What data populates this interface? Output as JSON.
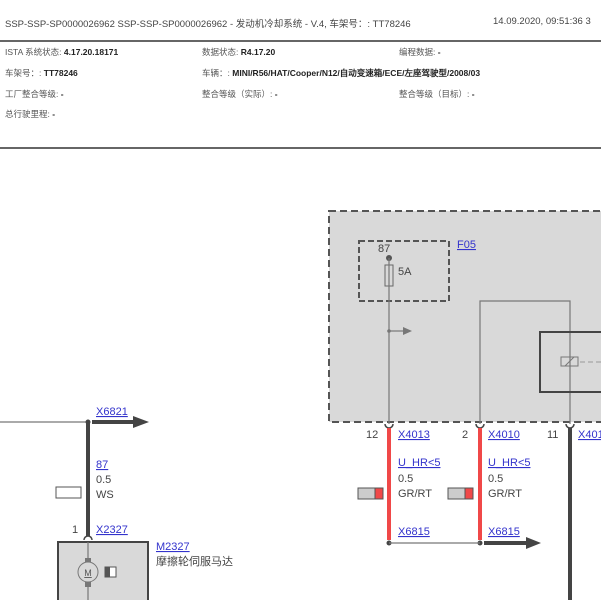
{
  "header": {
    "title": "SSP-SSP-SP0000026962 SSP-SSP-SP0000026962 - 发动机冷却系统 - V.4, 车架号：: TT78246",
    "datetime": "14.09.2020, 09:51:36 3"
  },
  "info": {
    "ista_label": "ISTA 系统状态:",
    "ista_value": "4.17.20.18171",
    "data_label": "数据状态:",
    "data_value": "R4.17.20",
    "prog_label": "编程数据:",
    "prog_value": "-",
    "vin_label": "车架号：:",
    "vin_value": "TT78246",
    "vehicle_label": "车辆：:",
    "vehicle_value": "MINI/R56/HAT/Cooper/N12/自动变速箱/ECE/左座驾驶型/2008/03",
    "factory_label": "工厂整合等级:",
    "factory_value": "-",
    "actual_label": "整合等级（实际）:",
    "actual_value": "-",
    "target_label": "整合等级（目标）:",
    "target_value": "-",
    "mileage_label": "总行驶里程:",
    "mileage_value": "-"
  },
  "diagram": {
    "fuse": {
      "id": "F05",
      "pin": "87",
      "rating": "5A"
    },
    "pins": [
      {
        "num": "12",
        "connector": "X4013",
        "signal": "U_HR<5",
        "size": "0.5",
        "color": "GR/RT",
        "dest": "X6815"
      },
      {
        "num": "2",
        "connector": "X4010",
        "signal": "U_HR<5",
        "size": "0.5",
        "color": "GR/RT",
        "dest": "X6815"
      },
      {
        "num": "11",
        "connector": "X401"
      }
    ],
    "left": {
      "splice": "X6821",
      "wire": "87",
      "size": "0.5",
      "color": "WS",
      "pin": "1",
      "connector": "X2327",
      "component_id": "M2327",
      "component_name": "摩擦轮伺服马达",
      "motor_label": "M"
    },
    "colors": {
      "wire_red": "#f04848",
      "box_fill": "#d9d9d9"
    }
  }
}
